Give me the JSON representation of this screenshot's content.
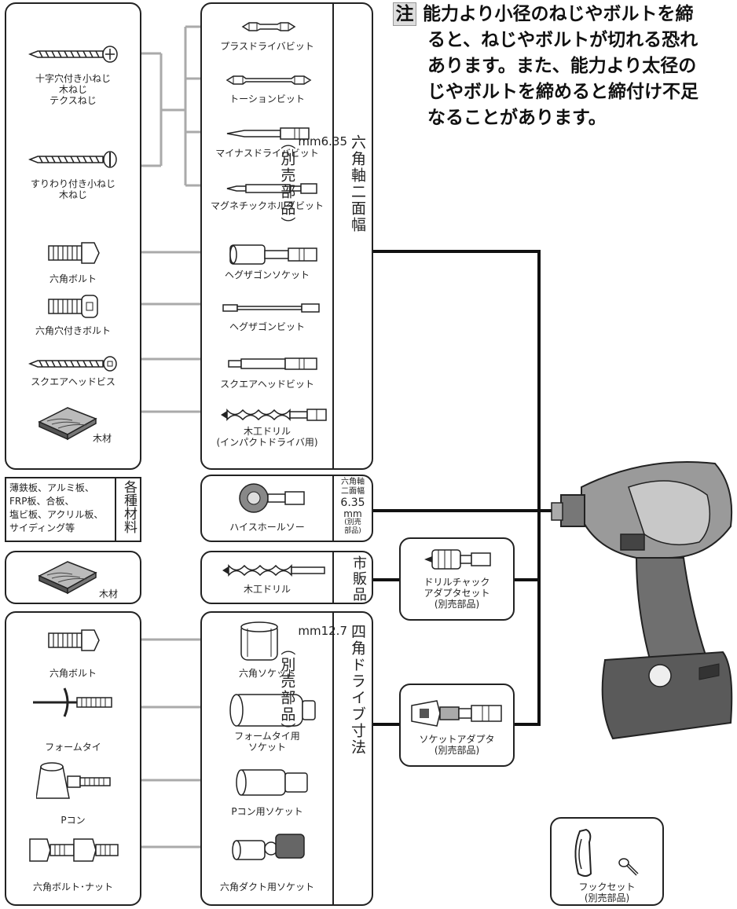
{
  "note": {
    "mark": "注",
    "lines": [
      "能力より小径のねじやボルトを締",
      "ると、ねじやボルトが切れる恐れ",
      "あります。また、能力より太径の",
      "じやボルトを締めると締付け不足",
      "なることがあります。"
    ]
  },
  "group1": {
    "screws": [
      {
        "label": "十字穴付き小ねじ\n木ねじ\nテクスねじ"
      },
      {
        "label": "すりわり付き小ねじ\n木ねじ"
      },
      {
        "label": "六角ボルト"
      },
      {
        "label": "六角穴付きボルト"
      },
      {
        "label": "スクエアヘッドビス"
      },
      {
        "label": "木材"
      }
    ],
    "bits": [
      {
        "label": "プラスドライバビット"
      },
      {
        "label": "トーションビット"
      },
      {
        "label": "マイナスドライバビット"
      },
      {
        "label": "マグネチックホルダビット"
      },
      {
        "label": "ヘグザゴンソケット"
      },
      {
        "label": "ヘグザゴンビット"
      },
      {
        "label": "スクエアヘッドビット"
      },
      {
        "label": "木工ドリル\n(インパクトドライバ用)"
      }
    ],
    "category": "六角軸二面幅",
    "size": "6.35",
    "unit": "mm",
    "note": "（別売部品）"
  },
  "group2": {
    "materials": "薄鉄板、アルミ板、\nFRP板、合板、\n塩ビ板、アクリル板、\nサイディング等",
    "materials_cat": "各種材料",
    "tool": "ハイスホールソー",
    "cat_top": "六角軸\n二面幅",
    "size": "6.35",
    "unit": "mm",
    "cat_note": "(別売\n部品)"
  },
  "group3": {
    "material": "木材",
    "tool": "木工ドリル",
    "cat": "市販品"
  },
  "group4": {
    "items": [
      {
        "label": "六角ボルト"
      },
      {
        "label": "フォームタイ"
      },
      {
        "label": "Pコン"
      },
      {
        "label": "六角ボルト･ナット"
      }
    ],
    "sockets": [
      {
        "label": "六角ソケット"
      },
      {
        "label": "フォームタイ用\nソケット"
      },
      {
        "label": "Pコン用ソケット"
      },
      {
        "label": "六角ダクト用ソケット"
      }
    ],
    "category": "四角ドライブ寸法",
    "size": "12.7",
    "unit": "mm",
    "note": "（別売部品）"
  },
  "adapters": {
    "chuck": "ドリルチャック\nアダプタセット\n(別売部品)",
    "socket_adapter": "ソケットアダプタ\n(別売部品)",
    "hook": "フックセット\n(別売部品)"
  }
}
